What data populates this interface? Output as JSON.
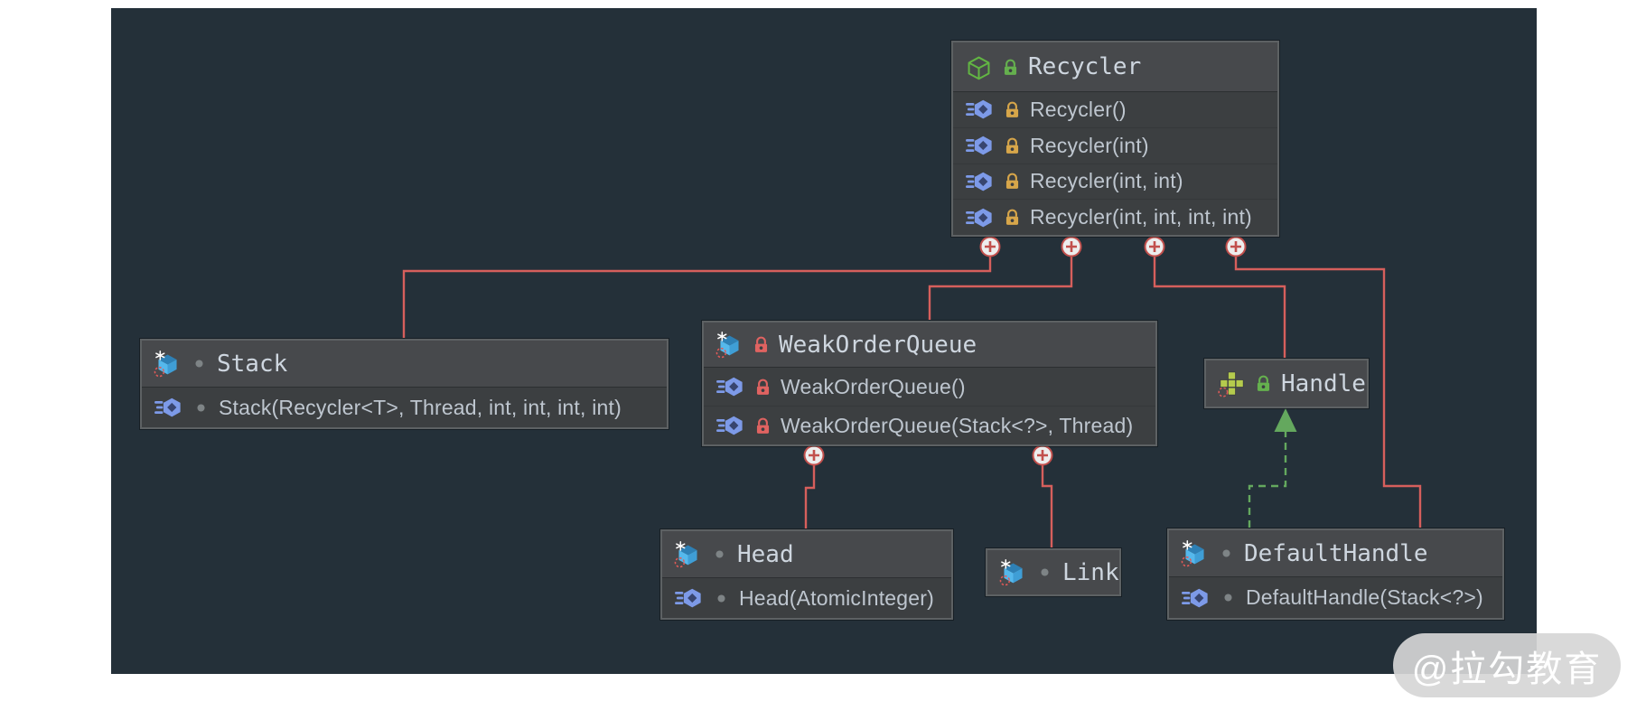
{
  "diagram": {
    "watermark": "@拉勾教育",
    "classes": [
      {
        "name": "Recycler",
        "kind": "abstract-class",
        "visibility": "public",
        "methods": [
          "Recycler()",
          "Recycler(int)",
          "Recycler(int, int)",
          "Recycler(int, int, int, int)"
        ],
        "method_visibility": "protected"
      },
      {
        "name": "Stack",
        "kind": "final-class",
        "visibility": "package-private",
        "methods": [
          "Stack(Recycler<T>, Thread, int, int, int, int)"
        ],
        "method_visibility": "package-private"
      },
      {
        "name": "WeakOrderQueue",
        "kind": "final-class",
        "visibility": "private",
        "methods": [
          "WeakOrderQueue()",
          "WeakOrderQueue(Stack<?>, Thread)"
        ],
        "method_visibility": "private"
      },
      {
        "name": "Head",
        "kind": "final-class",
        "visibility": "package-private",
        "methods": [
          "Head(AtomicInteger)"
        ],
        "method_visibility": "package-private"
      },
      {
        "name": "Link",
        "kind": "final-class",
        "visibility": "package-private",
        "methods": []
      },
      {
        "name": "Handle",
        "kind": "interface",
        "visibility": "public",
        "methods": []
      },
      {
        "name": "DefaultHandle",
        "kind": "final-class",
        "visibility": "package-private",
        "methods": [
          "DefaultHandle(Stack<?>)"
        ],
        "method_visibility": "package-private"
      }
    ],
    "relations": [
      {
        "from": "Recycler",
        "to": "Stack",
        "type": "association"
      },
      {
        "from": "Recycler",
        "to": "WeakOrderQueue",
        "type": "association"
      },
      {
        "from": "Recycler",
        "to": "Handle",
        "type": "association"
      },
      {
        "from": "Recycler",
        "to": "DefaultHandle",
        "type": "association"
      },
      {
        "from": "WeakOrderQueue",
        "to": "Head",
        "type": "association"
      },
      {
        "from": "WeakOrderQueue",
        "to": "Link",
        "type": "association"
      },
      {
        "from": "DefaultHandle",
        "to": "Handle",
        "type": "implements"
      }
    ],
    "icons": {
      "final-class-icon": "blue cube with snowflake and dashed red circle",
      "abstract-class-icon": "green outlined cube",
      "interface-icon": "green plus of squares with dashed red circle",
      "method-icon": "blue hexagon with speed lines",
      "lock-icon": "padlock (green=public, yellow=protected, red=private)",
      "package-private-icon": "grey dot",
      "expand-edge-button": "red circled plus"
    },
    "colors": {
      "canvas": "#243039",
      "node_bg": "#3c3f41",
      "node_header": "#47494c",
      "node_border": "#5d6163",
      "edge_red": "#d65f5c",
      "edge_green": "#64a85e",
      "lock_green": "#65b04e",
      "lock_yellow": "#d7a64a",
      "lock_red": "#e06361",
      "title_text": "#ced6df",
      "method_text": "#bec6cf"
    }
  }
}
